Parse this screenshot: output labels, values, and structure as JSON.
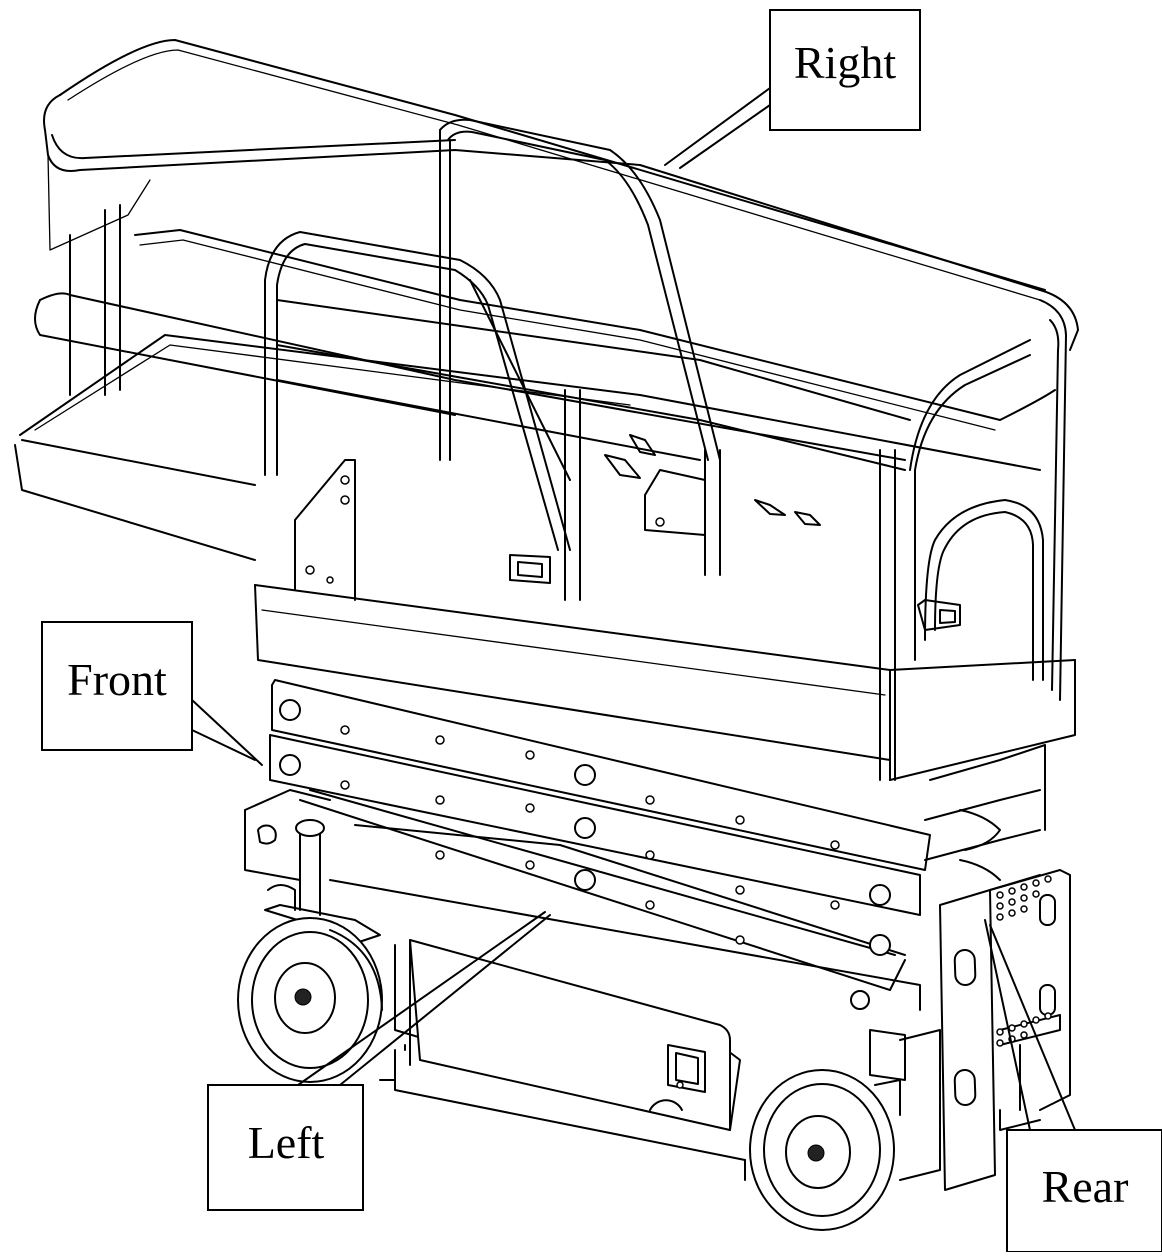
{
  "callouts": {
    "right": "Right",
    "front": "Front",
    "left": "Left",
    "rear": "Rear"
  },
  "colors": {
    "line": "#000000",
    "background": "#ffffff"
  }
}
